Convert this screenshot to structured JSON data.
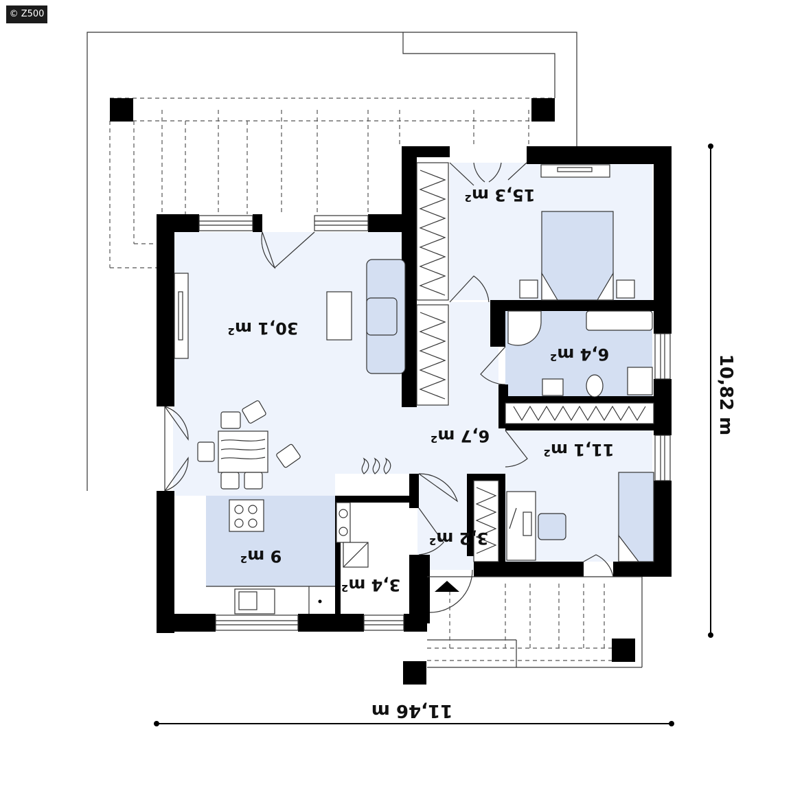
{
  "watermark": "© Z500",
  "colors": {
    "wall": "#000000",
    "floor_light": "#eef3fc",
    "floor_dark": "#d4dff2",
    "line": "#333333"
  },
  "rooms": [
    {
      "id": "living",
      "label": "30,1 m²"
    },
    {
      "id": "bedroom-main",
      "label": "15,3 m²"
    },
    {
      "id": "bathroom",
      "label": "6,4 m²"
    },
    {
      "id": "hall",
      "label": "6,7 m²"
    },
    {
      "id": "bedroom-second",
      "label": "11,1 m²"
    },
    {
      "id": "kitchen",
      "label": "9 m²"
    },
    {
      "id": "pantry",
      "label": "3,4 m²"
    },
    {
      "id": "vestibule",
      "label": "3,2 m²"
    }
  ],
  "dimensions": {
    "width": "11,46 m",
    "depth": "10,82 m"
  }
}
